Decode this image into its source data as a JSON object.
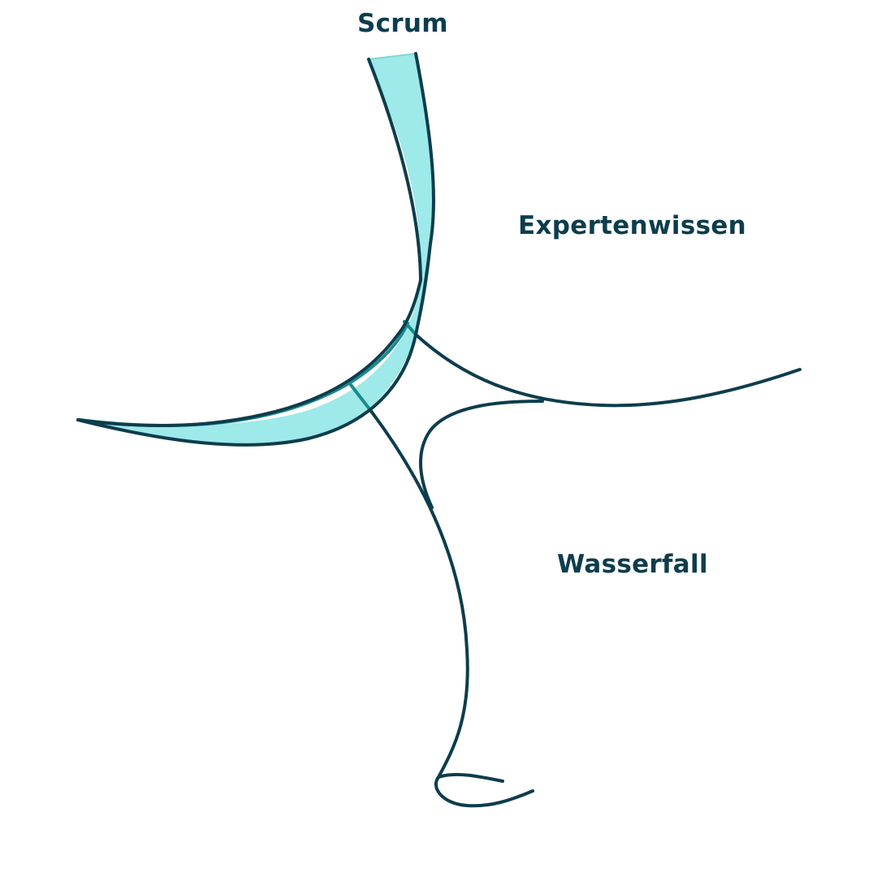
{
  "labels": {
    "scrum": "Scrum",
    "expertenwissen": "Expertenwissen",
    "wasserfall": "Wasserfall"
  },
  "colors": {
    "line": "#0d3d4c",
    "highlight_fill": "#9ee9e9",
    "highlight_edge": "#1a8a8e",
    "background": "#ffffff"
  }
}
